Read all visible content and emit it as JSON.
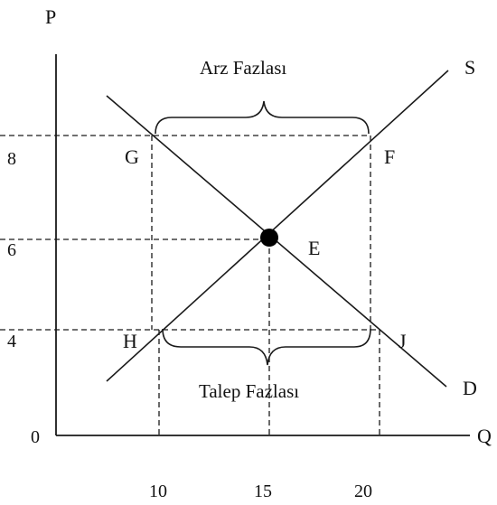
{
  "axes": {
    "y_label": "P",
    "x_label": "Q",
    "origin_label": "0",
    "y_ticks": [
      "8",
      "6",
      "4"
    ],
    "x_ticks": [
      "10",
      "15",
      "20"
    ]
  },
  "curves": {
    "supply_label": "S",
    "demand_label": "D"
  },
  "points": {
    "G": "G",
    "F": "F",
    "E": "E",
    "H": "H",
    "J": "J"
  },
  "regions": {
    "surplus_label": "Arz Fazlası",
    "shortage_label": "Talep Fazlası"
  },
  "chart_data": {
    "type": "line",
    "series": [
      {
        "name": "S",
        "x": [
          10,
          15,
          20
        ],
        "y": [
          4,
          6,
          8
        ]
      },
      {
        "name": "D",
        "x": [
          10,
          15,
          20
        ],
        "y": [
          8,
          6,
          4
        ]
      }
    ],
    "equilibrium": {
      "label": "E",
      "x": 15,
      "y": 6
    },
    "xlabel": "Q",
    "ylabel": "P",
    "x_ticks": [
      10,
      15,
      20
    ],
    "y_ticks": [
      4,
      6,
      8
    ],
    "annotations": [
      "Arz Fazlası",
      "Talep Fazlası"
    ],
    "grid": false,
    "legend": "none"
  }
}
